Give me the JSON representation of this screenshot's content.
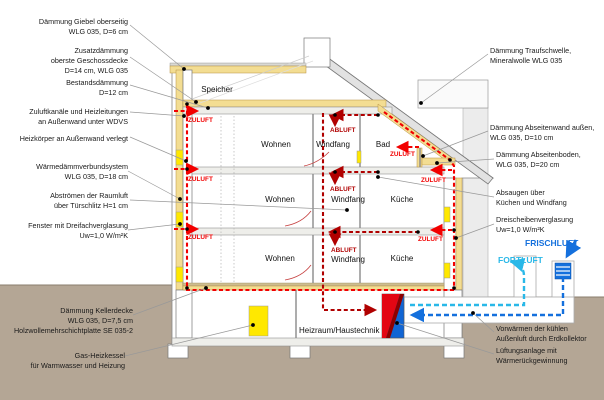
{
  "colors": {
    "zuluft": "#f20000",
    "abluft": "#b00000",
    "fortluft": "#29b8e8",
    "frischluft": "#1470dd",
    "insulation": "#f3dd92",
    "window": "#ffe800",
    "ground": "#b4a695",
    "unit_red": "#e30613",
    "unit_darkred": "#8e0000",
    "unit_blue": "#1165d4"
  },
  "left_labels": [
    {
      "lines": [
        "Dämmung Giebel oberseitig",
        "WLG 035, D=6 cm"
      ]
    },
    {
      "lines": [
        "Zusatzdämmung",
        "oberste Geschossdecke",
        "D=14 cm, WLG 035"
      ]
    },
    {
      "lines": [
        "Bestandsdämmung",
        "D=12 cm"
      ]
    },
    {
      "lines": [
        "Zuluftkanäle und Heizleitungen",
        "an Außenwand unter WDVS"
      ]
    },
    {
      "lines": [
        "Heizkörper an Außenwand verlegt"
      ]
    },
    {
      "lines": [
        "Wärmedämmverbundsystem",
        "WLG 035, D=18 cm"
      ]
    },
    {
      "lines": [
        "Abströmen der Raumluft",
        "über Türschlitz H=1 cm"
      ]
    },
    {
      "lines": [
        "Fenster mit Dreifachverglasung",
        "Uw=1,0 W/m²K"
      ]
    },
    {
      "lines": [
        "Dämmung Kellerdecke",
        "WLG 035, D=7,5 cm",
        "Holzwollemehrschichtplatte SE 035-2"
      ]
    },
    {
      "lines": [
        "Gas-Heizkessel",
        "für Warmwasser und Heizung"
      ]
    }
  ],
  "right_labels": [
    {
      "lines": [
        "Dämmung Traufschwelle,",
        "Mineralwolle WLG 035"
      ]
    },
    {
      "lines": [
        "Dämmung Abseitenwand außen,",
        "WLG 035, D=10 cm"
      ]
    },
    {
      "lines": [
        "Dämmung Abseitenboden,",
        "WLG 035, D=20 cm"
      ]
    },
    {
      "lines": [
        "Absaugen über",
        "Küchen und Windfang"
      ]
    },
    {
      "lines": [
        "Dreischeibenverglasung",
        "Uw=1,0 W/m²K"
      ]
    },
    {
      "lines": [
        "Vorwärmen der kühlen",
        "Außenluft durch Erdkollektor"
      ]
    },
    {
      "lines": [
        "Lüftungsanlage mit",
        "Wärmerückgewinnung"
      ]
    }
  ],
  "rooms": {
    "speicher": "Speicher",
    "wohnen": "Wohnen",
    "windfang": "Windfang",
    "bad": "Bad",
    "kueche": "Küche",
    "heizraum": "Heizraum/Haustechnik"
  },
  "flows": {
    "zuluft": "ZULUFT",
    "abluft": "ABLUFT",
    "frischluft": "FRISCHLUFT",
    "fortluft": "FORTLUFT"
  }
}
